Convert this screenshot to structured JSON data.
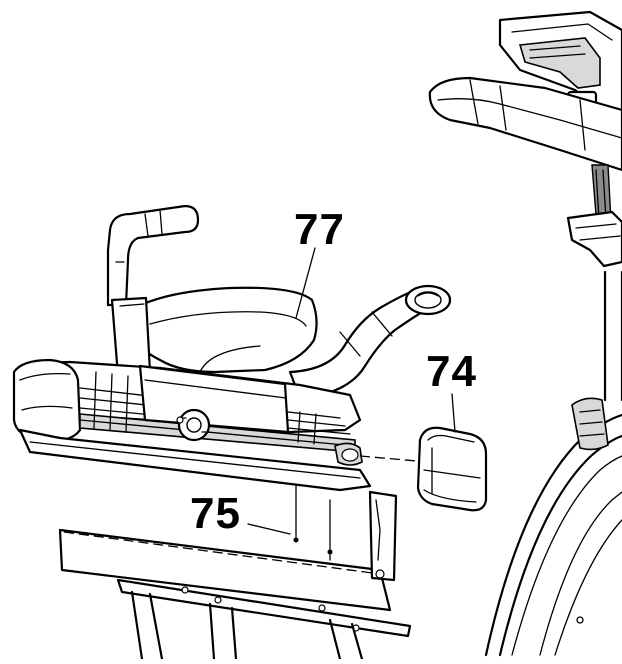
{
  "callouts": {
    "seat": "77",
    "end_cap": "74",
    "seat_rail": "75"
  },
  "colors": {
    "line": "#000000",
    "background": "#ffffff",
    "shade": "#d9d9d9"
  }
}
